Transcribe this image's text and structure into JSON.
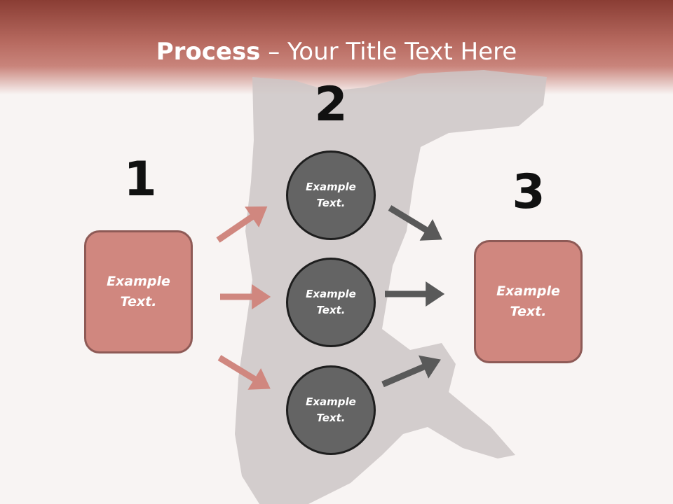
{
  "title": {
    "bold": "Process",
    "rest": " – Your Title Text Here"
  },
  "steps": [
    "1",
    "2",
    "3"
  ],
  "left_box": {
    "line1": "Example",
    "line2": "Text."
  },
  "right_box": {
    "line1": "Example",
    "line2": "Text."
  },
  "circles": [
    {
      "line1": "Example",
      "line2": "Text."
    },
    {
      "line1": "Example",
      "line2": "Text."
    },
    {
      "line1": "Example",
      "line2": "Text."
    }
  ],
  "colors": {
    "header": "#8a3d34",
    "box_fill": "#d0877f",
    "box_border": "#8e5a56",
    "circle_fill": "#646464",
    "left_arrows": "#d0877f",
    "right_arrows": "#595959"
  }
}
